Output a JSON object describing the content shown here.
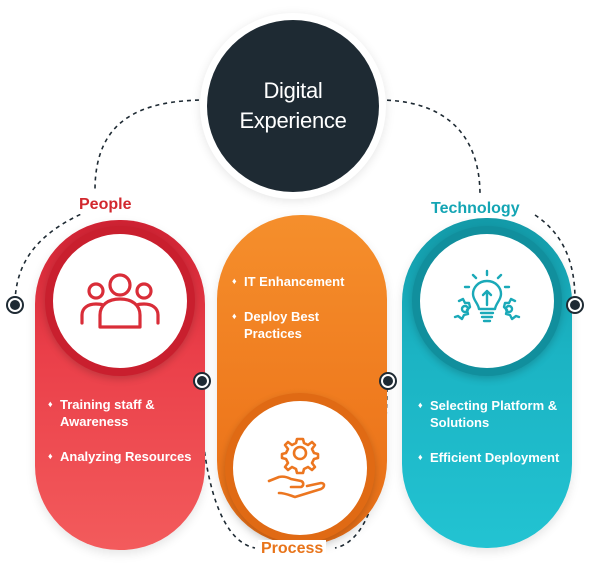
{
  "center": {
    "line1": "Digital",
    "line2": "Experience"
  },
  "people": {
    "title": "People",
    "items": [
      "Training staff & Awareness",
      "Analyzing Resources"
    ],
    "icon": "people-group-icon"
  },
  "process": {
    "title": "Process",
    "items": [
      "IT Enhancement",
      "Deploy Best Practices"
    ],
    "icon": "gear-hand-icon"
  },
  "technology": {
    "title": "Technology",
    "items": [
      "Selecting Platform & Solutions",
      "Efficient Deployment"
    ],
    "icon": "lightbulb-gears-icon"
  },
  "colors": {
    "people": "#e43a45",
    "process": "#f07f22",
    "technology": "#1cb4c4",
    "center": "#1e2a33"
  }
}
